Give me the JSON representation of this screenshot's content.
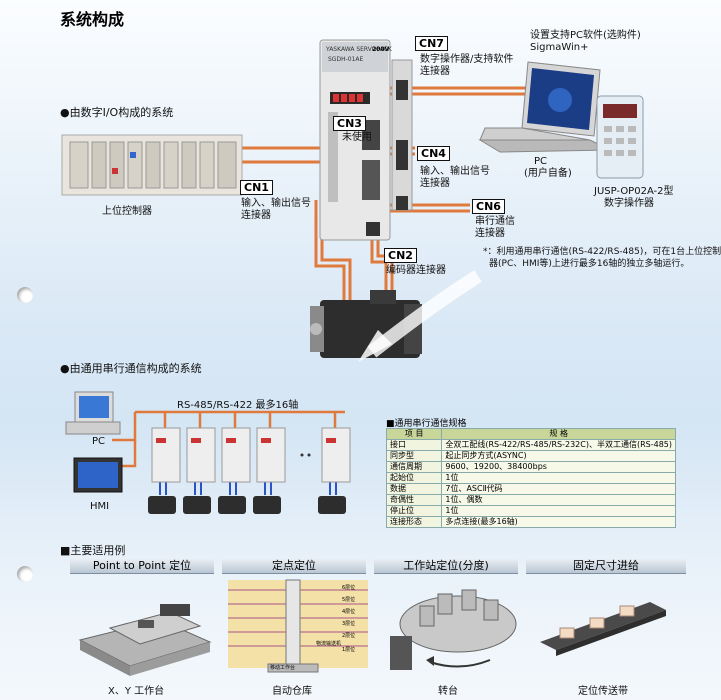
{
  "page_title": "系统构成",
  "section1": "●由数字I/O构成的系统",
  "controller_label": "上位控制器",
  "pc_software": [
    "设置支持PC软件(选购件)",
    "SigmaWin+"
  ],
  "pc_label": [
    "PC",
    "(用户自备)"
  ],
  "operator_label": [
    "JUSP-OP02A-2型",
    "数字操作器"
  ],
  "connectors": {
    "cn7": {
      "tag": "CN7",
      "desc": [
        "数字操作器/支持软件",
        "连接器"
      ]
    },
    "cn3": {
      "tag": "CN3",
      "desc": [
        "未使用"
      ]
    },
    "cn4": {
      "tag": "CN4",
      "desc": [
        "输入、输出信号",
        "连接器"
      ]
    },
    "cn1": {
      "tag": "CN1",
      "desc": [
        "输入、输出信号",
        "连接器"
      ]
    },
    "cn6": {
      "tag": "CN6",
      "desc": [
        "串行通信",
        "连接器"
      ]
    },
    "cn2": {
      "tag": "CN2",
      "desc": [
        "编码器连接器"
      ]
    }
  },
  "drive_text": {
    "brand": "YASKAWA SERVOPACK",
    "voltage": "200V",
    "model": "SGDH-01AE"
  },
  "note": [
    "*：利用通用串行通信(RS-422/RS-485)，可在1台上位控制",
    "器(PC、HMI等)上进行最多16轴的独立多轴运行。"
  ],
  "section2": "●由通用串行通信构成的系统",
  "bus_label": "RS-485/RS-422  最多16轴",
  "pc2_label": "PC",
  "hmi_label": "HMI",
  "spec": {
    "title": "■通用串行通信规格",
    "headers": [
      "项  目",
      "规  格"
    ],
    "rows": [
      [
        "接口",
        "全双工配线(RS-422/RS-485/RS-232C)、半双工通信(RS-485)"
      ],
      [
        "同步型",
        "起止同步方式(ASYNC)"
      ],
      [
        "通信周期",
        "9600、19200、38400bps"
      ],
      [
        "起始位",
        "1位"
      ],
      [
        "数据",
        "7位、ASCⅡ代码"
      ],
      [
        "奇偶性",
        "1位、偶数"
      ],
      [
        "停止位",
        "1位"
      ],
      [
        "连接形态",
        "多点连接(最多16轴)"
      ]
    ]
  },
  "section3": "■主要适用例",
  "examples": [
    {
      "header": "Point to Point 定位",
      "caption": "X、Y 工作台"
    },
    {
      "header": "定点定位",
      "caption": "自动仓库"
    },
    {
      "header": "工作站定位(分度)",
      "caption": "转台"
    },
    {
      "header": "固定尺寸进给",
      "caption": "定位传送带"
    }
  ],
  "warehouse_tags": [
    "6层位",
    "5层位",
    "4层位",
    "3层位",
    "2层位",
    "1层位",
    "物流输送机",
    "移动工作台"
  ]
}
